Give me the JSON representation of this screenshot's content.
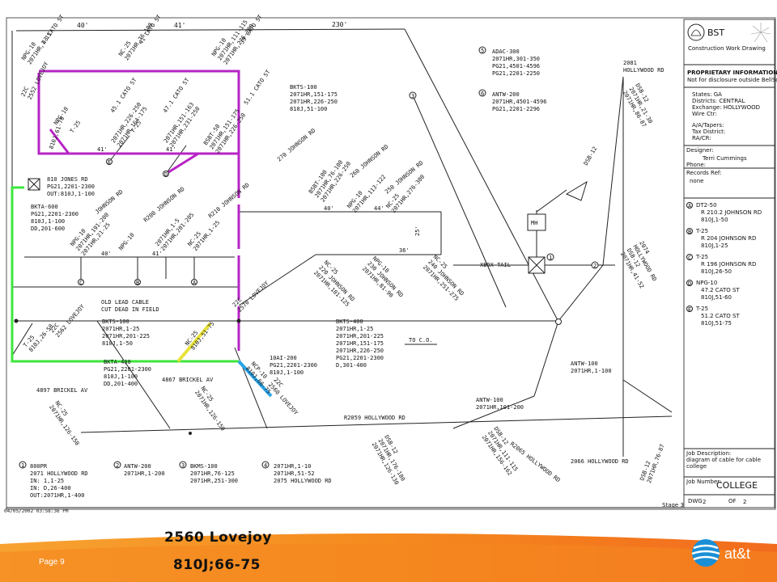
{
  "title_block": {
    "logo": "BST",
    "logo_sub": "Construction Work Drawing",
    "proprietary_title": "PROPRIETARY INFORMATION",
    "proprietary_note": "Not for disclosure outside BellSouth or any of its subsidiaries except under written agreement.",
    "state": "States: GA",
    "district": "Districts: CENTRAL",
    "exchange": "Exchange: HOLLYWOOD",
    "wire_ctr": "Wire Ctr:",
    "tapers": "A/A/Tapers:",
    "tax_district": "Tax District:",
    "rvcr": "RA/CR:",
    "designer_label": "Designer:",
    "designer": "Terri Cummings",
    "phone_label": "Phone:",
    "records_label": "Records Ref:",
    "records": "none",
    "legend": [
      {
        "key": "A",
        "lines": [
          "DT2-50",
          "R 210.2 JOHNSON RD",
          "810J,1-50"
        ]
      },
      {
        "key": "B",
        "lines": [
          "T-25",
          "R 204 JOHNSON RD",
          "810J,1-25"
        ]
      },
      {
        "key": "C",
        "lines": [
          "T-25",
          "R 196 JOHNSON RD",
          "810J,26-50"
        ]
      },
      {
        "key": "D",
        "lines": [
          "NPG-10",
          "47.2 CATO ST",
          "810J,51-60"
        ]
      },
      {
        "key": "E",
        "lines": [
          "T-25",
          "51.2 CATO ST",
          "810J,51-75"
        ]
      }
    ],
    "job_desc_label": "Job Description:",
    "job_desc": "diagram of cable for cable college",
    "job_number_label": "Job Number:",
    "job_number": "COLLEGE",
    "dwg_label": "DWG",
    "dwg": "2",
    "of_label": "OF",
    "of": "2",
    "stage": "Stage 3"
  },
  "labels": {
    "dim_40a": "40'",
    "dim_41a": "41'",
    "dim_230": "230'",
    "npg10_43": "NPG-10",
    "cato43": "43 CATO ST",
    "hr2071_a": "2071HR,1-15",
    "cato41": "41 CATO ST",
    "nc25a": "NC-25",
    "hr76_100": "2071HR,76-100",
    "cato39": "39 CATO ST",
    "npg10b": "NPG-10",
    "hr111_115": "2071HR,111-115",
    "hr276_280": "2071HR,276-280",
    "cato45_1": "45.1 CATO ST",
    "hr226_250": "2071HR,226-250",
    "hr164_175": "2071HR,164-175",
    "cato47_1": "47.1 CATO ST",
    "hr151_163": "2071HR,151-163",
    "hr231_250": "2071HR,231-250",
    "cato51_1": "51.1 CATO ST",
    "bsbt50": "BSBT-50",
    "hr151_175": "2071HR,151-175",
    "hr226_250b": "2071HR,226-250",
    "t25a": "T-25",
    "t25b": "T-25",
    "npg10c": "NPG-10",
    "j61_70": "810J,61-70",
    "dim41b": "41'",
    "dim41c": "41'",
    "c22": "22C",
    "lovejoy_22": "2552 LOVEJOY",
    "bkts100_top": "BKTS-100",
    "bkts_hr1": "2071HR,151-175",
    "bkts_hr2": "2071HR,226-250",
    "bkts_j": "810J,51-100",
    "c270": "270 JOHNSON RD",
    "bsbt100": "BSBT-100",
    "bsbt_hr1": "2071HR,76-100",
    "bsbt_hr2": "2071HR,226-250",
    "c260": "260 JOHNSON RD",
    "npg10_260": "NPG-10",
    "hr113_122": "2071HR,113-122",
    "c250": "250 JOHNSON RD",
    "nc25_250": "NC-25",
    "hr276_300": "2071HR,276-300",
    "jones_rd": "810 JONES RD",
    "jones_pg": "PG21,2201-2300",
    "jones_out": "OUT:810J,1-100",
    "bkta600": "BKTA-600",
    "bkta600_pg": "PG21,2201-2300",
    "bkta600_j": "810J,1-100",
    "bkta600_dd": "DD,201-600",
    "npg10_jr": "NPG-10",
    "hr_191": "2071HR,191-200",
    "hr_21": "2071HR,21-25",
    "johnson_rd_1": "JOHNSON RD",
    "npg10_r200": "NPG-10",
    "r200_johnson": "R200 JOHNSON RD",
    "hr_1_5": "2071HR,1-5",
    "hr_201_205": "2071HR,201-205",
    "nc25_r210": "NC-25",
    "r210_johnson": "R210 JOHNSON RD",
    "hr1_25": "2071HR,1-25",
    "dim40c": "40'",
    "dim41d": "41'",
    "dim40d": "40'",
    "dim44": "44'",
    "dim25": "25'",
    "dim36": "36'",
    "nc25_220": "NC-25",
    "c220": "220 JOHNSON RD",
    "hr101_125": "2071HR,101-125",
    "npg10_230": "NPG-10",
    "c230": "230 JOHNSON RD",
    "hr81_90": "2071HR,81-90",
    "nc25_240": "NC-25",
    "c240": "240 JOHNSON RD",
    "hr251_275": "2071HR,251-275",
    "xbox": "XBOX TAIL",
    "mh": "MH",
    "old_lead": "OLD LEAD CABLE",
    "cut_dead": "CUT DEAD IN FIELD",
    "c22_2570": "22C",
    "lovejoy_2570": "2570 LOVEJOY",
    "c22_2562": "22C",
    "lovejoy_2562": "2562 LOVEJOY",
    "t25_left": "T-25",
    "j26_50": "810J,26-50",
    "bkts100_mid": "BKTS-100",
    "bkts100_hr1": "2071HR,1-25",
    "bkts100_hr2": "2071HR,201-225",
    "bkts100_j": "810J,1-50",
    "nc25_y": "NC-25",
    "j51_75": "810J,51-75",
    "bkts400": "BKTS-400",
    "bkts400_1": "2071HR,1-25",
    "bkts400_2": "2071HR,201-225",
    "bkts400_3": "2071HR,151-175",
    "bkts400_4": "2071HR,226-250",
    "bkts400_5": "PG21,2201-2300",
    "bkts400_6": "D,301-400",
    "to_co": "TO C.O.",
    "bkta400": "BKTA-400",
    "bkta400_pg": "PG21,2201-2300",
    "bkta400_j": "810J,1-100",
    "bkta400_dd": "DD,201-400",
    "c10ai200": "10AI-200",
    "c10ai_pg": "PG21,2201-2300",
    "c10ai_j": "810J,1-100",
    "ncp10": "NCP-10",
    "j66_75": "810J,66-75",
    "c22_2560": "22C",
    "lovejoy_2560": "2560 LOVEJOY",
    "brickel_4867": "4867 BRICKEL AV",
    "brickel_4897": "4897 BRICKEL AV",
    "nc25_bl": "NC-25",
    "hr126_150_a": "2071HR,126-150",
    "nc25_bm": "NC-25",
    "hr126_150_b": "2071HR,126-150",
    "r2059": "R2059 HOLLYWOOD RD",
    "antw100_a": "ANTW-100",
    "antw100_a_hr": "2071HR,101-200",
    "antw100_b": "ANTW-100",
    "antw100_b_hr": "2071HR,1-100",
    "dsb12_a": "DSB-12",
    "dsb12_a_1": "2071HR,176-180",
    "dsb12_a_2": "2071HR,126-130",
    "dsb12_b": "DSB-12",
    "dsb12_b_1": "2071HR,111-115",
    "dsb12_b_2": "2071HR,156-162",
    "r2065": "R2065 HOLLYWOOD RD",
    "c2066": "2066 HOLLYWOOD RD",
    "dsb12_c": "DSB-12",
    "dsb12_c_hr": "2071HR,76-87",
    "c2074": "2074",
    "hollywood_2074": "HOLLYWOOD RD",
    "dsb12_d": "DSB-12",
    "dsb12_d_hr": "2071HR,41-52",
    "c2081": "2081",
    "hollywood_2081": "HOLLYWOOD RD",
    "dsb12_e": "DSB-12",
    "dsb12_e_1": "2071HR,21-30",
    "dsb12_e_2": "2071HR,86-87",
    "dsb12_f": "DSB-12",
    "adac300": "ADAC-300",
    "adac_1": "2071HR,301-350",
    "adac_2": "PG21,4501-4596",
    "adac_3": "PG21,2201-2250",
    "antw200": "ANTW-200",
    "antw200_1": "2071HR,4501-4596",
    "antw200_2": "PG21,2201-2296",
    "foot1_title": "800PR",
    "foot1_a": "2071 HOLLYWOOD RD",
    "foot1_b": "IN: 1,1-25",
    "foot1_c": "IN: D,26-400",
    "foot1_d": "OUT:2071HR,1-400",
    "foot2_a": "ANTW-200",
    "foot2_b": "2071HR,1-200",
    "foot3_a": "BKMS-100",
    "foot3_b": "2071HR,76-125",
    "foot3_c": "2071HR,251-300",
    "foot4_a": "2071HR,1-10",
    "foot4_b": "2071HR,51-52",
    "foot4_c": "2075 HOLLYWOOD RD",
    "k1": "1",
    "k2": "2",
    "k3": "3",
    "k4": "4",
    "k5": "5",
    "k6": "6",
    "kA": "A",
    "kB": "B",
    "kC": "C",
    "kD": "D",
    "kE": "E"
  },
  "timestamp": "04/05/2002 03:58:36 PM",
  "footer": {
    "page": "Page 9",
    "caption_address": "2560 Lovejoy",
    "caption_pair": "810J;66-75",
    "brand": "at&t"
  },
  "highlight_colors": {
    "magenta": "#b624c4",
    "green": "#3de63d",
    "yellow": "#e8e23a",
    "blue": "#2aa3e6"
  }
}
